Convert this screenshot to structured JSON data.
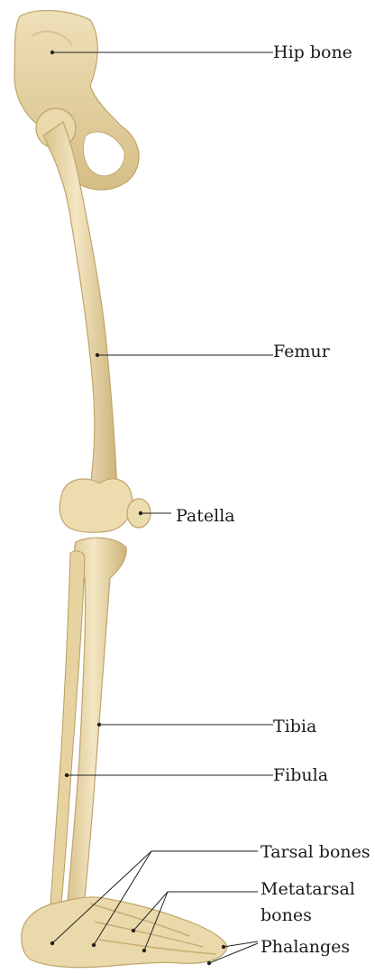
{
  "labels": {
    "hip_bone": "Hip bone",
    "femur": "Femur",
    "patella": "Patella",
    "tibia": "Tibia",
    "fibula": "Fibula",
    "tarsal_bones": "Tarsal bones",
    "metatarsal_line1": "Metatarsal",
    "metatarsal_line2": "bones",
    "phalanges": "Phalanges"
  },
  "colors": {
    "bone": "#ecdcae",
    "bone_shadow": "#c9b27a",
    "bone_highlight": "#f6ecd0",
    "leader_line": "#222222"
  }
}
